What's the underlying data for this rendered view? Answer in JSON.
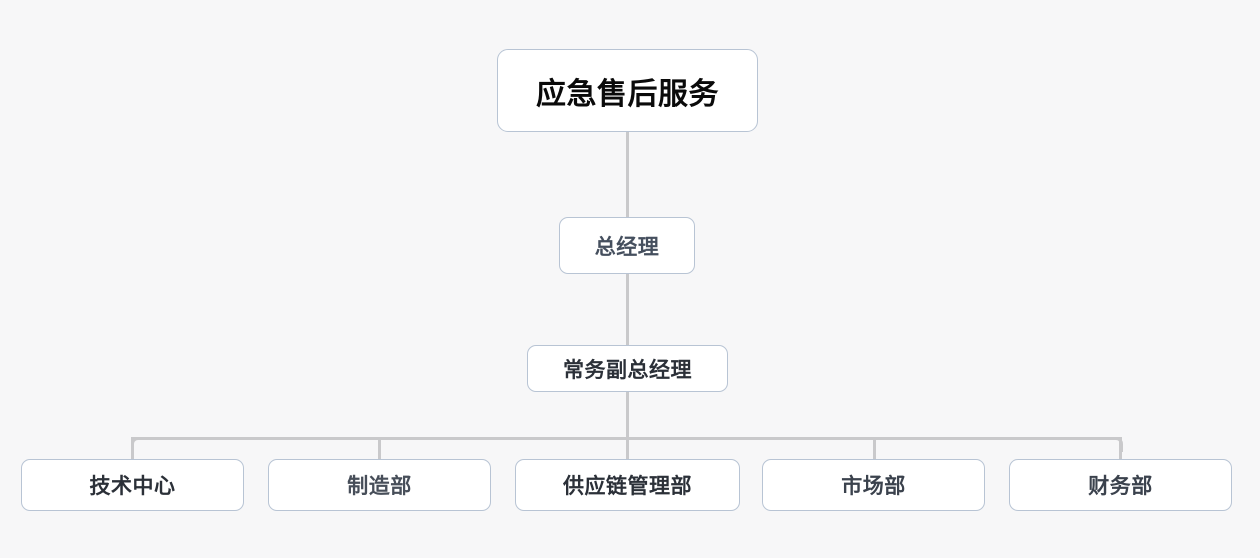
{
  "chart_data": {
    "type": "diagram",
    "diagram_type": "organization-chart",
    "title": "应急售后服务",
    "orientation": "top-down",
    "levels": 4,
    "nodes": [
      {
        "id": "root",
        "label": "应急售后服务",
        "level": 0,
        "parent": null
      },
      {
        "id": "gm",
        "label": "总经理",
        "level": 1,
        "parent": "root"
      },
      {
        "id": "dgm",
        "label": "常务副总经理",
        "level": 2,
        "parent": "gm"
      },
      {
        "id": "dept-tech",
        "label": "技术中心",
        "level": 3,
        "parent": "dgm"
      },
      {
        "id": "dept-mfg",
        "label": "制造部",
        "level": 3,
        "parent": "dgm"
      },
      {
        "id": "dept-scm",
        "label": "供应链管理部",
        "level": 3,
        "parent": "dgm"
      },
      {
        "id": "dept-mkt",
        "label": "市场部",
        "level": 3,
        "parent": "dgm"
      },
      {
        "id": "dept-fin",
        "label": "财务部",
        "level": 3,
        "parent": "dgm"
      }
    ],
    "edges": [
      {
        "from": "root",
        "to": "gm"
      },
      {
        "from": "gm",
        "to": "dgm"
      },
      {
        "from": "dgm",
        "to": "dept-tech"
      },
      {
        "from": "dgm",
        "to": "dept-mfg"
      },
      {
        "from": "dgm",
        "to": "dept-scm"
      },
      {
        "from": "dgm",
        "to": "dept-mkt"
      },
      {
        "from": "dgm",
        "to": "dept-fin"
      }
    ]
  },
  "chart": {
    "root": {
      "label": "应急售后服务"
    },
    "general_manager": {
      "label": "总经理"
    },
    "deputy_general_manager": {
      "label": "常务副总经理"
    },
    "departments": [
      {
        "label": "技术中心"
      },
      {
        "label": "制造部"
      },
      {
        "label": "供应链管理部"
      },
      {
        "label": "市场部"
      },
      {
        "label": "财务部"
      }
    ]
  },
  "colors": {
    "background": "#f7f7f8",
    "node_fill": "#ffffff",
    "node_border": "#b8c4d4",
    "connector": "#c9c9cb",
    "text_primary": "#0a0a0a",
    "text_secondary": "#454f5e"
  }
}
